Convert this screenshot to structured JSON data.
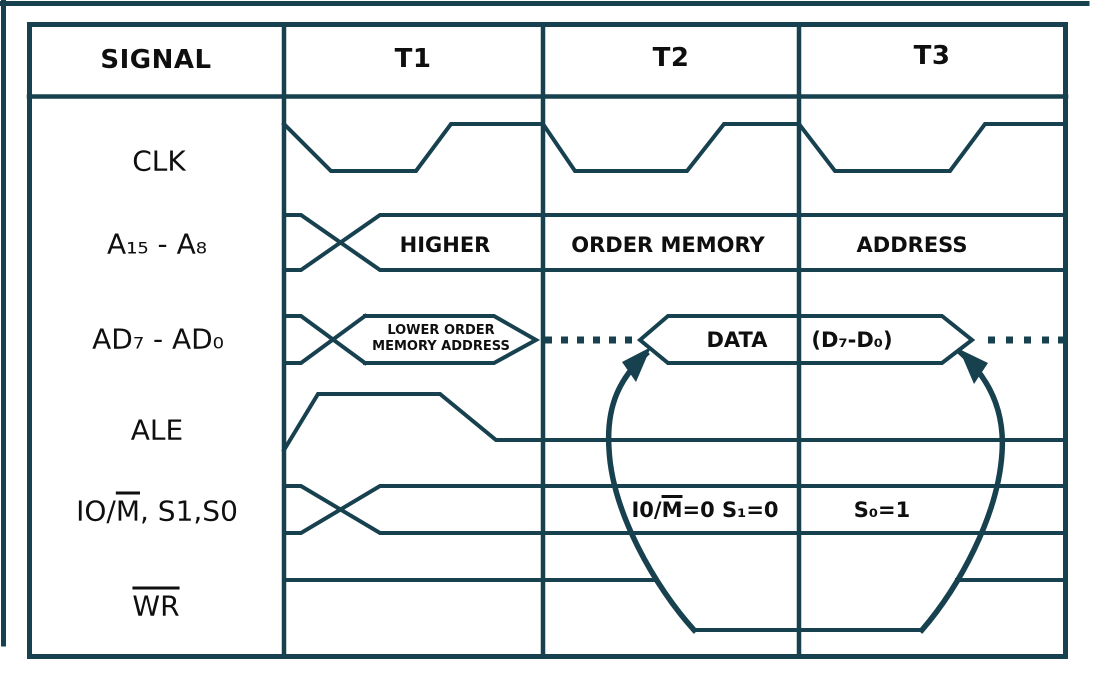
{
  "colors": {
    "line": "#17414f",
    "text": "#0f0f0f",
    "background": "#ffffff"
  },
  "header": {
    "signal": "SIGNAL",
    "t1": "T1",
    "t2": "T2",
    "t3": "T3"
  },
  "signals": {
    "clk": {
      "label": "CLK"
    },
    "a_bus": {
      "label": "A₁₅ - A₈"
    },
    "ad_bus": {
      "label": "AD₇ - AD₀"
    },
    "ale": {
      "label": "ALE"
    },
    "iom": {
      "label_pre": "IO/",
      "label_over": "M",
      "label_post": ", S1,S0"
    },
    "wr": {
      "label_over": "WR"
    }
  },
  "annotations": {
    "a_bus_t1": "HIGHER",
    "a_bus_t2": "ORDER MEMORY",
    "a_bus_t3": "ADDRESS",
    "ad_t1_line1": "LOWER ORDER",
    "ad_t1_line2": "MEMORY ADDRESS",
    "ad_t2": "DATA",
    "ad_t3": "(D₇-D₀)",
    "iom_t2_pre": "I0/",
    "iom_t2_over": "M",
    "iom_t2_post": "=0 S₁=0",
    "iom_t3": "S₀=1"
  }
}
